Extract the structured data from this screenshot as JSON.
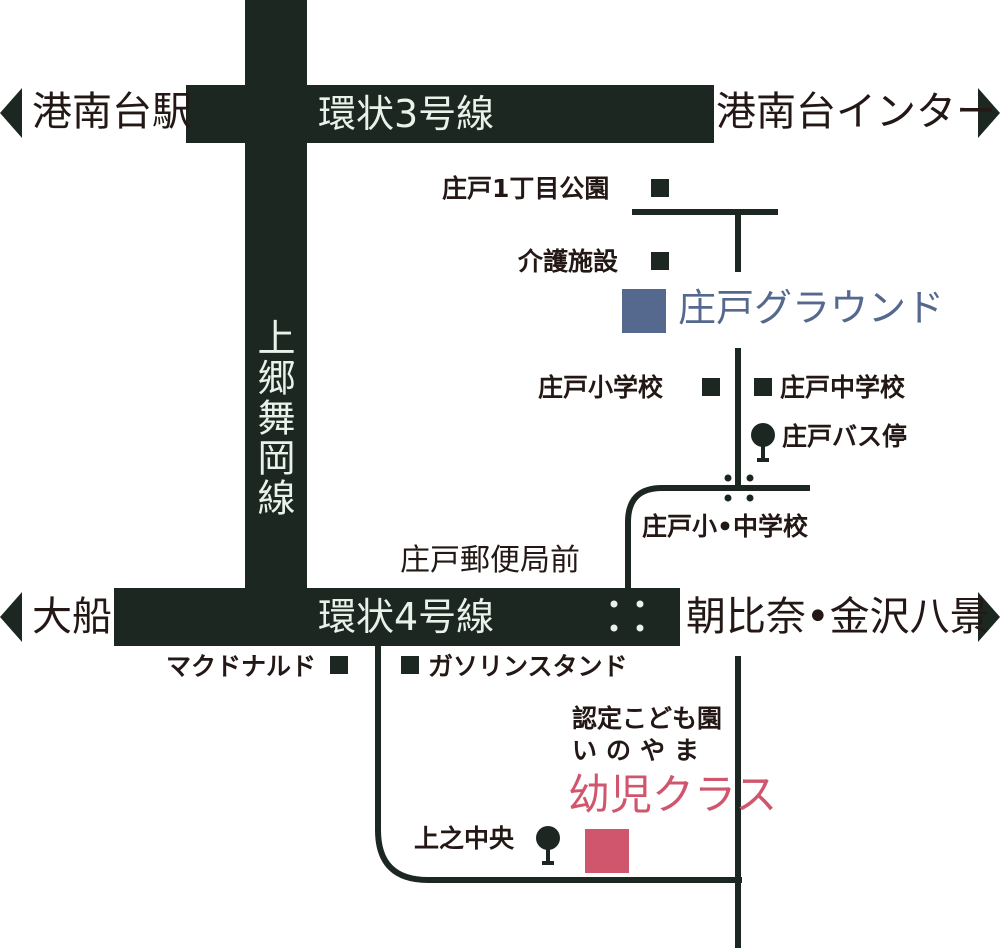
{
  "roads": {
    "route3": "環状3号線",
    "route4": "環状4号線",
    "kamigo": "上郷舞岡線"
  },
  "destinations": {
    "west_top": "港南台駅",
    "east_top": "港南台インター",
    "west_bottom": "大船",
    "east_bottom": "朝比奈•金沢八景"
  },
  "places": {
    "shoto_1chome_park": "庄戸1丁目公園",
    "care_facility": "介護施設",
    "shoto_ground": "庄戸グラウンド",
    "shoto_elementary": "庄戸小学校",
    "shoto_junior_high": "庄戸中学校",
    "shoto_bus_stop": "庄戸バス停",
    "shoto_schools_signal": "庄戸小•中学校",
    "shoto_post_office": "庄戸郵便局前",
    "mcdonalds": "マクドナルド",
    "gas_station": "ガソリンスタンド",
    "kindergarten_line1": "認定こども園",
    "kindergarten_line2": "いのやま",
    "kindergarten_line3": "幼児クラス",
    "kaminoue_chuo": "上之中央"
  },
  "colors": {
    "road": "#1d2721",
    "road_label": "#e8f1ea",
    "text": "#231815",
    "ground_marker": "#55698f",
    "ground_text": "#55698f",
    "kindergarten_marker": "#d0566d",
    "kindergarten_text": "#d0566d"
  },
  "icons": {
    "bus_stop": "bus-stop-icon",
    "arrow_left": "arrow-left-icon",
    "arrow_right": "arrow-right-icon",
    "signal": "traffic-signal-icon",
    "square": "square-marker-icon"
  }
}
